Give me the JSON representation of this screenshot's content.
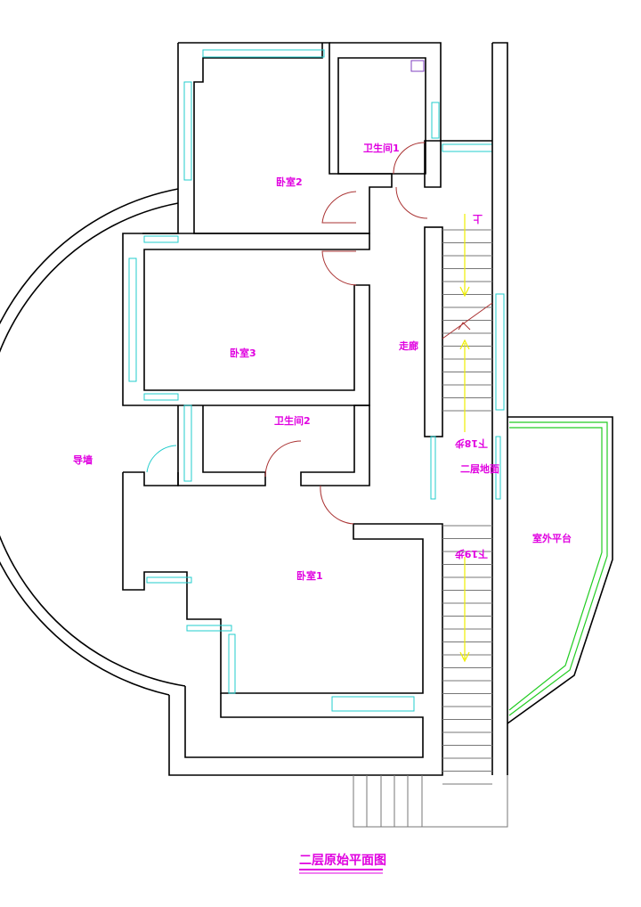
{
  "rooms": {
    "bedroom2": "卧室2",
    "bathroom1": "卫生间1",
    "bedroom3": "卧室3",
    "corridor": "走廊",
    "bathroom2": "卫生间2",
    "guide_wall": "导墙",
    "bedroom1": "卧室1",
    "outdoor_platform": "室外平台"
  },
  "stairs": {
    "up": "上",
    "down18": "下18步",
    "floor2": "二层地面",
    "down19": "下19步"
  },
  "title": "二层原始平面图",
  "colors": {
    "label": "#e000e0",
    "window": "#22cccc",
    "door": "#aa3333",
    "railing": "#22cc22",
    "arrow": "#eeee00"
  }
}
